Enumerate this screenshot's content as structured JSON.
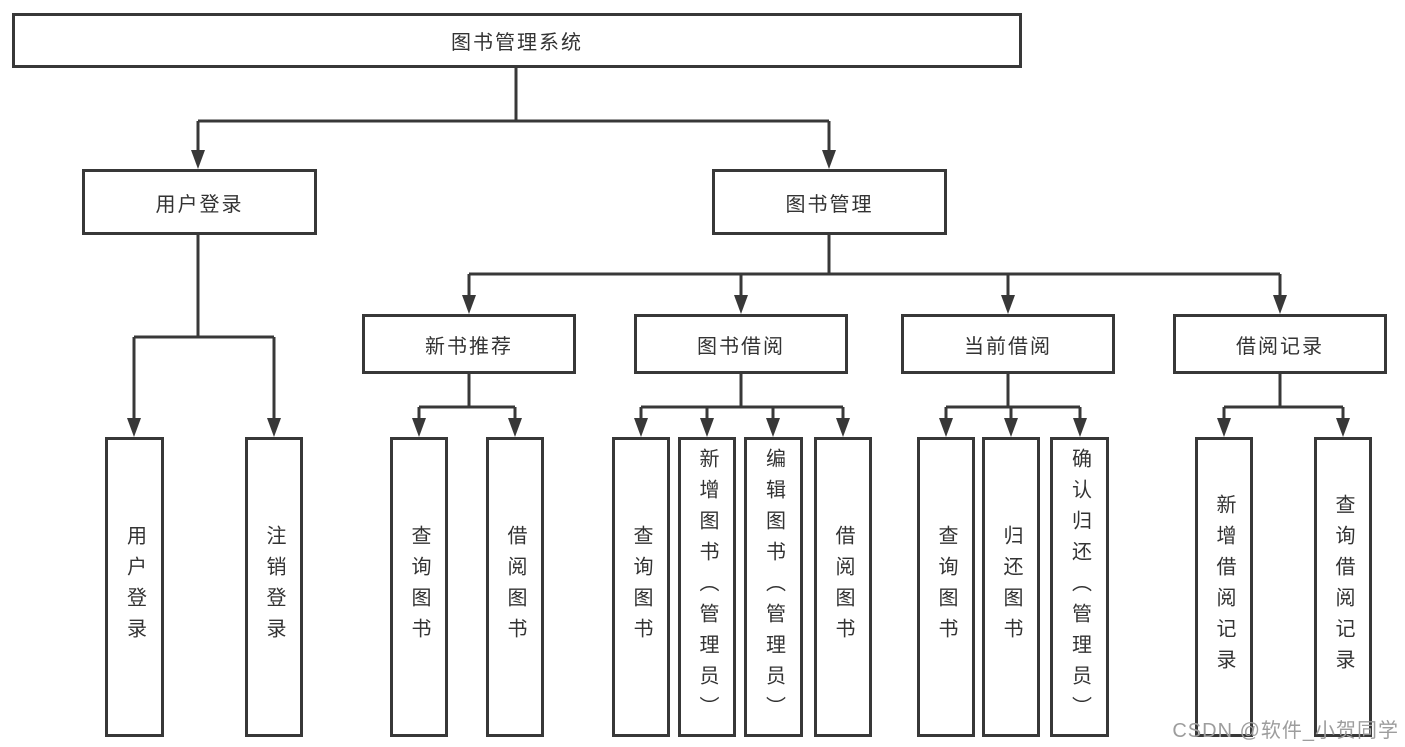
{
  "diagram": {
    "root": {
      "label": "图书管理系统"
    },
    "branches": [
      {
        "label": "用户登录",
        "children": [
          {
            "label": "用户登录"
          },
          {
            "label": "注销登录"
          }
        ]
      },
      {
        "label": "图书管理",
        "children": [
          {
            "label": "新书推荐",
            "children": [
              {
                "label": "查询图书"
              },
              {
                "label": "借阅图书"
              }
            ]
          },
          {
            "label": "图书借阅",
            "children": [
              {
                "label": "查询图书"
              },
              {
                "label": "新增图书（管理员）"
              },
              {
                "label": "编辑图书（管理员）"
              },
              {
                "label": "借阅图书"
              }
            ]
          },
          {
            "label": "当前借阅",
            "children": [
              {
                "label": "查询图书"
              },
              {
                "label": "归还图书"
              },
              {
                "label": "确认归还（管理员）"
              }
            ]
          },
          {
            "label": "借阅记录",
            "children": [
              {
                "label": "新增借阅记录"
              },
              {
                "label": "查询借阅记录"
              }
            ]
          }
        ]
      }
    ]
  },
  "watermark": {
    "text": "CSDN @软件_小贺同学"
  },
  "colors": {
    "line": "#383838",
    "box_border": "#383838",
    "text": "#333333",
    "watermark_text": "#9d9d9d",
    "background": "#ffffff"
  }
}
